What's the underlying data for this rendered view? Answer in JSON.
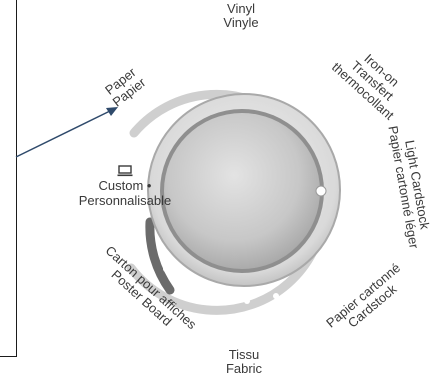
{
  "dial": {
    "settings": [
      {
        "id": "vinyl",
        "line1": "Vinyl",
        "line2": "Vinyle"
      },
      {
        "id": "iron-on",
        "line1": "Iron-on",
        "line2": "Transfert",
        "line3": "thermocollant"
      },
      {
        "id": "light-cardstock",
        "line1": "Light Cardstock",
        "line2": "Papier cartonné léger"
      },
      {
        "id": "cardstock",
        "line1": "Papier cartonné",
        "line2": "Cardstock"
      },
      {
        "id": "fabric",
        "line1": "Tissu",
        "line2": "Fabric"
      },
      {
        "id": "poster-board",
        "line1": "Carton pour affiches",
        "line2": "Poster Board"
      },
      {
        "id": "custom",
        "line1": "Custom",
        "line2": "Personnalisable"
      },
      {
        "id": "paper",
        "line1": "Paper",
        "line2": "Papier"
      }
    ],
    "custom_icon": "monitor-icon",
    "colors": {
      "ring": "#b8b8b8",
      "knob": "#c9c9c9",
      "arrow": "#2f4a6b",
      "text": "#3a3a3a"
    }
  }
}
